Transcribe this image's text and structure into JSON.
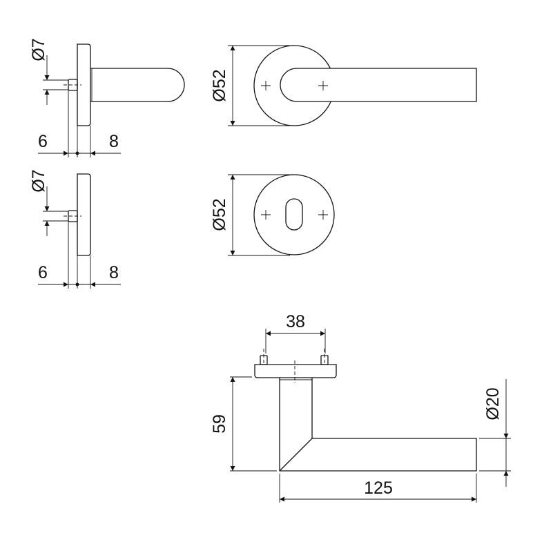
{
  "dimensions": {
    "side_view_top": {
      "pin_diameter": "Ø7",
      "left_offset": "6",
      "right_offset": "8"
    },
    "side_view_bottom": {
      "pin_diameter": "Ø7",
      "left_offset": "6",
      "right_offset": "8"
    },
    "front_rose_diameter": "Ø52",
    "front_escutcheon_diameter": "Ø52",
    "lever_pin_spacing": "38",
    "lever_height": "59",
    "lever_length": "125",
    "lever_diameter": "Ø20"
  },
  "colors": {
    "line": "#111111",
    "background": "#ffffff"
  }
}
